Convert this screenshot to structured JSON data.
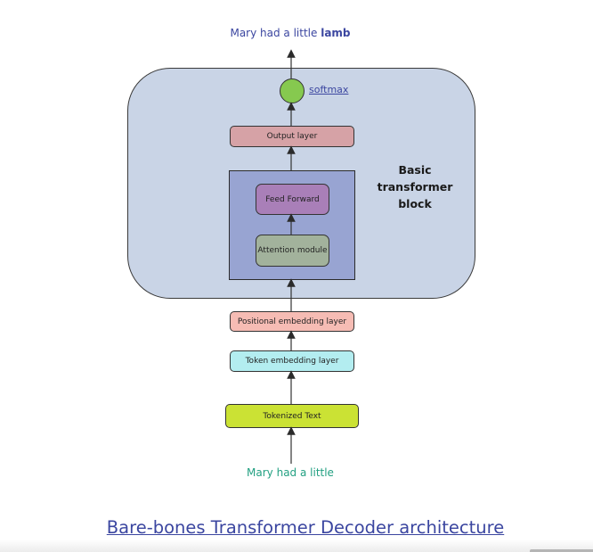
{
  "output": {
    "prefix": "Mary had a little",
    "predicted": "lamb"
  },
  "input": {
    "text": "Mary had a little"
  },
  "softmax": {
    "label": "softmax"
  },
  "block": {
    "label_line1": "Basic transformer",
    "label_line2": "block"
  },
  "layers": {
    "output_layer": "Output  layer",
    "feed_forward": "Feed Forward",
    "attention": "Attention module",
    "positional_embedding": "Positional embedding layer",
    "token_embedding": "Token embedding layer",
    "tokenized_text": "Tokenized Text"
  },
  "caption": {
    "text": "Bare-bones Transformer Decoder architecture"
  },
  "colors": {
    "output_text": "#3b46a0",
    "input_text": "#23a082",
    "container": "#c9d4e6",
    "inner_block": "#98a4d2",
    "softmax": "#86c94f",
    "output_layer": "#d6a2a6",
    "feed_forward": "#a97fb8",
    "attention": "#a2b29c",
    "positional": "#f6bcb4",
    "token": "#b3edf0",
    "tokenized": "#cbe234"
  }
}
